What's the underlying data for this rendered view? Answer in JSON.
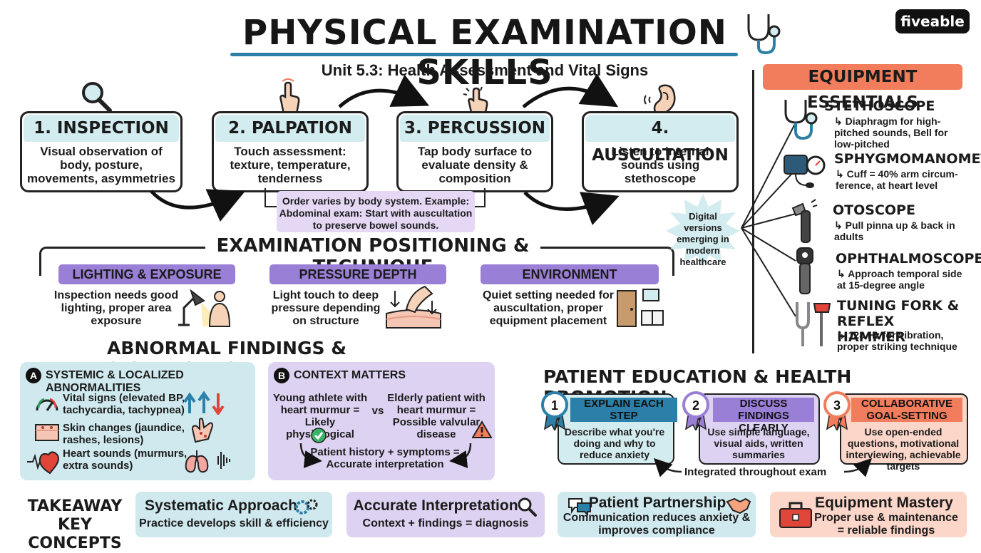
{
  "header": {
    "title": "PHYSICAL EXAMINATION SKILLS",
    "subtitle": "Unit 5.3: Health Assessment and Vital Signs",
    "brand": "fiveable"
  },
  "steps": [
    {
      "title": "1. INSPECTION",
      "desc": "Visual observation of body, posture, movements, asymmetries",
      "icon": "magnifier-icon"
    },
    {
      "title": "2. PALPATION",
      "desc": "Touch assessment: texture, temperature, tenderness",
      "icon": "touch-hand-icon"
    },
    {
      "title": "3. PERCUSSION",
      "desc": "Tap body surface to evaluate density & composition",
      "icon": "tap-hand-icon"
    },
    {
      "title": "4. AUSCULTATION",
      "desc": "Listen to internal sounds using stethoscope",
      "icon": "ear-icon"
    }
  ],
  "order_note": "Order varies by body system. Example: Abdominal exam: Start with auscultation to preserve bowel sounds.",
  "positioning": {
    "title": "EXAMINATION POSITIONING & TECHNIQUE",
    "items": [
      {
        "label": "LIGHTING & EXPOSURE",
        "desc": "Inspection needs good lighting, proper area exposure",
        "icon": "lamp-icon"
      },
      {
        "label": "PRESSURE DEPTH",
        "desc": "Light touch to deep pressure depending on structure",
        "icon": "finger-pressure-icon"
      },
      {
        "label": "ENVIRONMENT",
        "desc": "Quiet setting needed for auscultation, proper equipment placement",
        "icon": "exam-room-icon"
      }
    ]
  },
  "abnormal": {
    "title": "ABNORMAL FINDINGS & SIGNIFICANCE",
    "panel_a": {
      "badge": "A",
      "title": "SYSTEMIC & LOCALIZED ABNORMALITIES",
      "items": [
        {
          "text": "Vital signs (elevated BP, tachycardia, tachypnea)",
          "icon": "gauge-icon"
        },
        {
          "text": "Skin changes (jaundice, rashes, lesions)",
          "icon": "skin-icon"
        },
        {
          "text": "Heart sounds (murmurs, extra sounds)",
          "icon": "heart-icon"
        }
      ]
    },
    "panel_b": {
      "badge": "B",
      "title": "CONTEXT MATTERS",
      "left": "Young athlete with heart murmur = Likely physiological",
      "vs": "vs",
      "right": "Elderly patient with heart murmur = Possible valvular disease",
      "conclusion": "Patient history + symptoms = Accurate interpretation"
    }
  },
  "equipment": {
    "title": "EQUIPMENT ESSENTIALS",
    "items": [
      {
        "name": "STETHOSCOPE",
        "desc": "↳ Diaphragm for high-pitched sounds, Bell for low-pitched",
        "icon": "stethoscope-icon"
      },
      {
        "name": "SPHYGMOMANOMETER",
        "desc": "↳ Cuff = 40% arm circum- ference, at heart level",
        "icon": "bp-cuff-icon"
      },
      {
        "name": "OTOSCOPE",
        "desc": "↳ Pull pinna up & back in adults",
        "icon": "otoscope-icon"
      },
      {
        "name": "OPHTHALMOSCOPE",
        "desc": "↳ Approach temporal side at 15-degree angle",
        "icon": "ophthalmoscope-icon"
      },
      {
        "name": "TUNING FORK & REFLEX HAMMER",
        "desc": "↳ 128 Hz for vibration, proper striking technique",
        "icon": "tuning-fork-icon"
      }
    ],
    "digital_note": "Digital versions emerging in modern healthcare"
  },
  "education": {
    "title": "PATIENT EDUCATION & HEALTH PROMOTION",
    "items": [
      {
        "num": "1",
        "title": "EXPLAIN EACH STEP",
        "desc": "Describe what you're doing and why to reduce anxiety",
        "color": "#2b7fa8"
      },
      {
        "num": "2",
        "title": "DISCUSS FINDINGS CLEARLY",
        "desc": "Use simple language, visual aids, written summaries",
        "color": "#9a7fd6"
      },
      {
        "num": "3",
        "title": "COLLABORATIVE GOAL-SETTING",
        "desc": "Use open-ended questions, motivational interviewing, achievable targets",
        "color": "#f27d5c"
      }
    ],
    "integrated": "Integrated throughout exam"
  },
  "takeaways": {
    "title": "TAKEAWAY KEY CONCEPTS",
    "items": [
      {
        "title": "Systematic Approach",
        "desc": "Practice develops skill & efficiency",
        "icon": "gears-icon",
        "color": "#cfe9ee"
      },
      {
        "title": "Accurate Interpretation",
        "desc": "Context + findings = diagnosis",
        "icon": "magnifier-icon",
        "color": "#ddd2f1"
      },
      {
        "title": "Patient Partnership",
        "desc": "Communication reduces anxiety & improves compliance",
        "icon": "handshake-icon",
        "color": "#cfe9ee"
      },
      {
        "title": "Equipment Mastery",
        "desc": "Proper use & maintenance = reliable findings",
        "icon": "toolbox-icon",
        "color": "#fcd6c8"
      }
    ]
  }
}
